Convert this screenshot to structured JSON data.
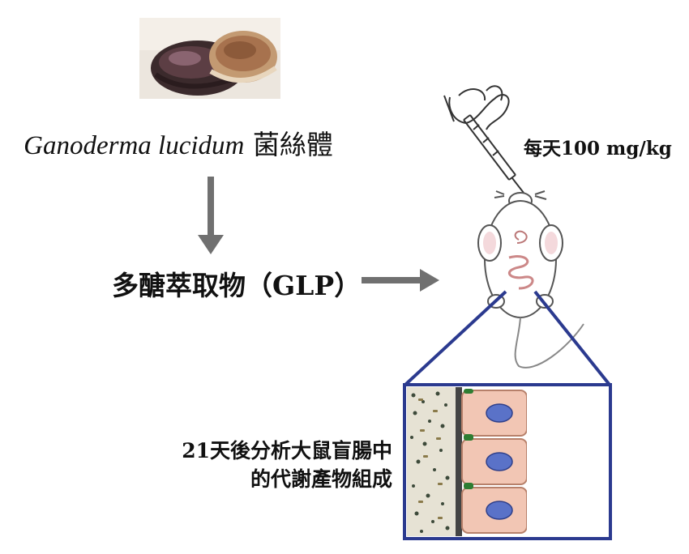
{
  "source": {
    "species": "Ganoderma lucidum",
    "part": "菌絲體"
  },
  "extract": {
    "label": "多醣萃取物（GLP）"
  },
  "dose": {
    "label": "每天100 mg/kg"
  },
  "analysis": {
    "line1": "21天後分析大鼠盲腸中",
    "line2": "的代謝產物組成"
  },
  "colors": {
    "arrow": "#707070",
    "zoom_box": "#2b3a8f",
    "cell_fill": "#f2c6b4",
    "nucleus": "#5a72c8",
    "tight_junction": "#2e7d32"
  }
}
